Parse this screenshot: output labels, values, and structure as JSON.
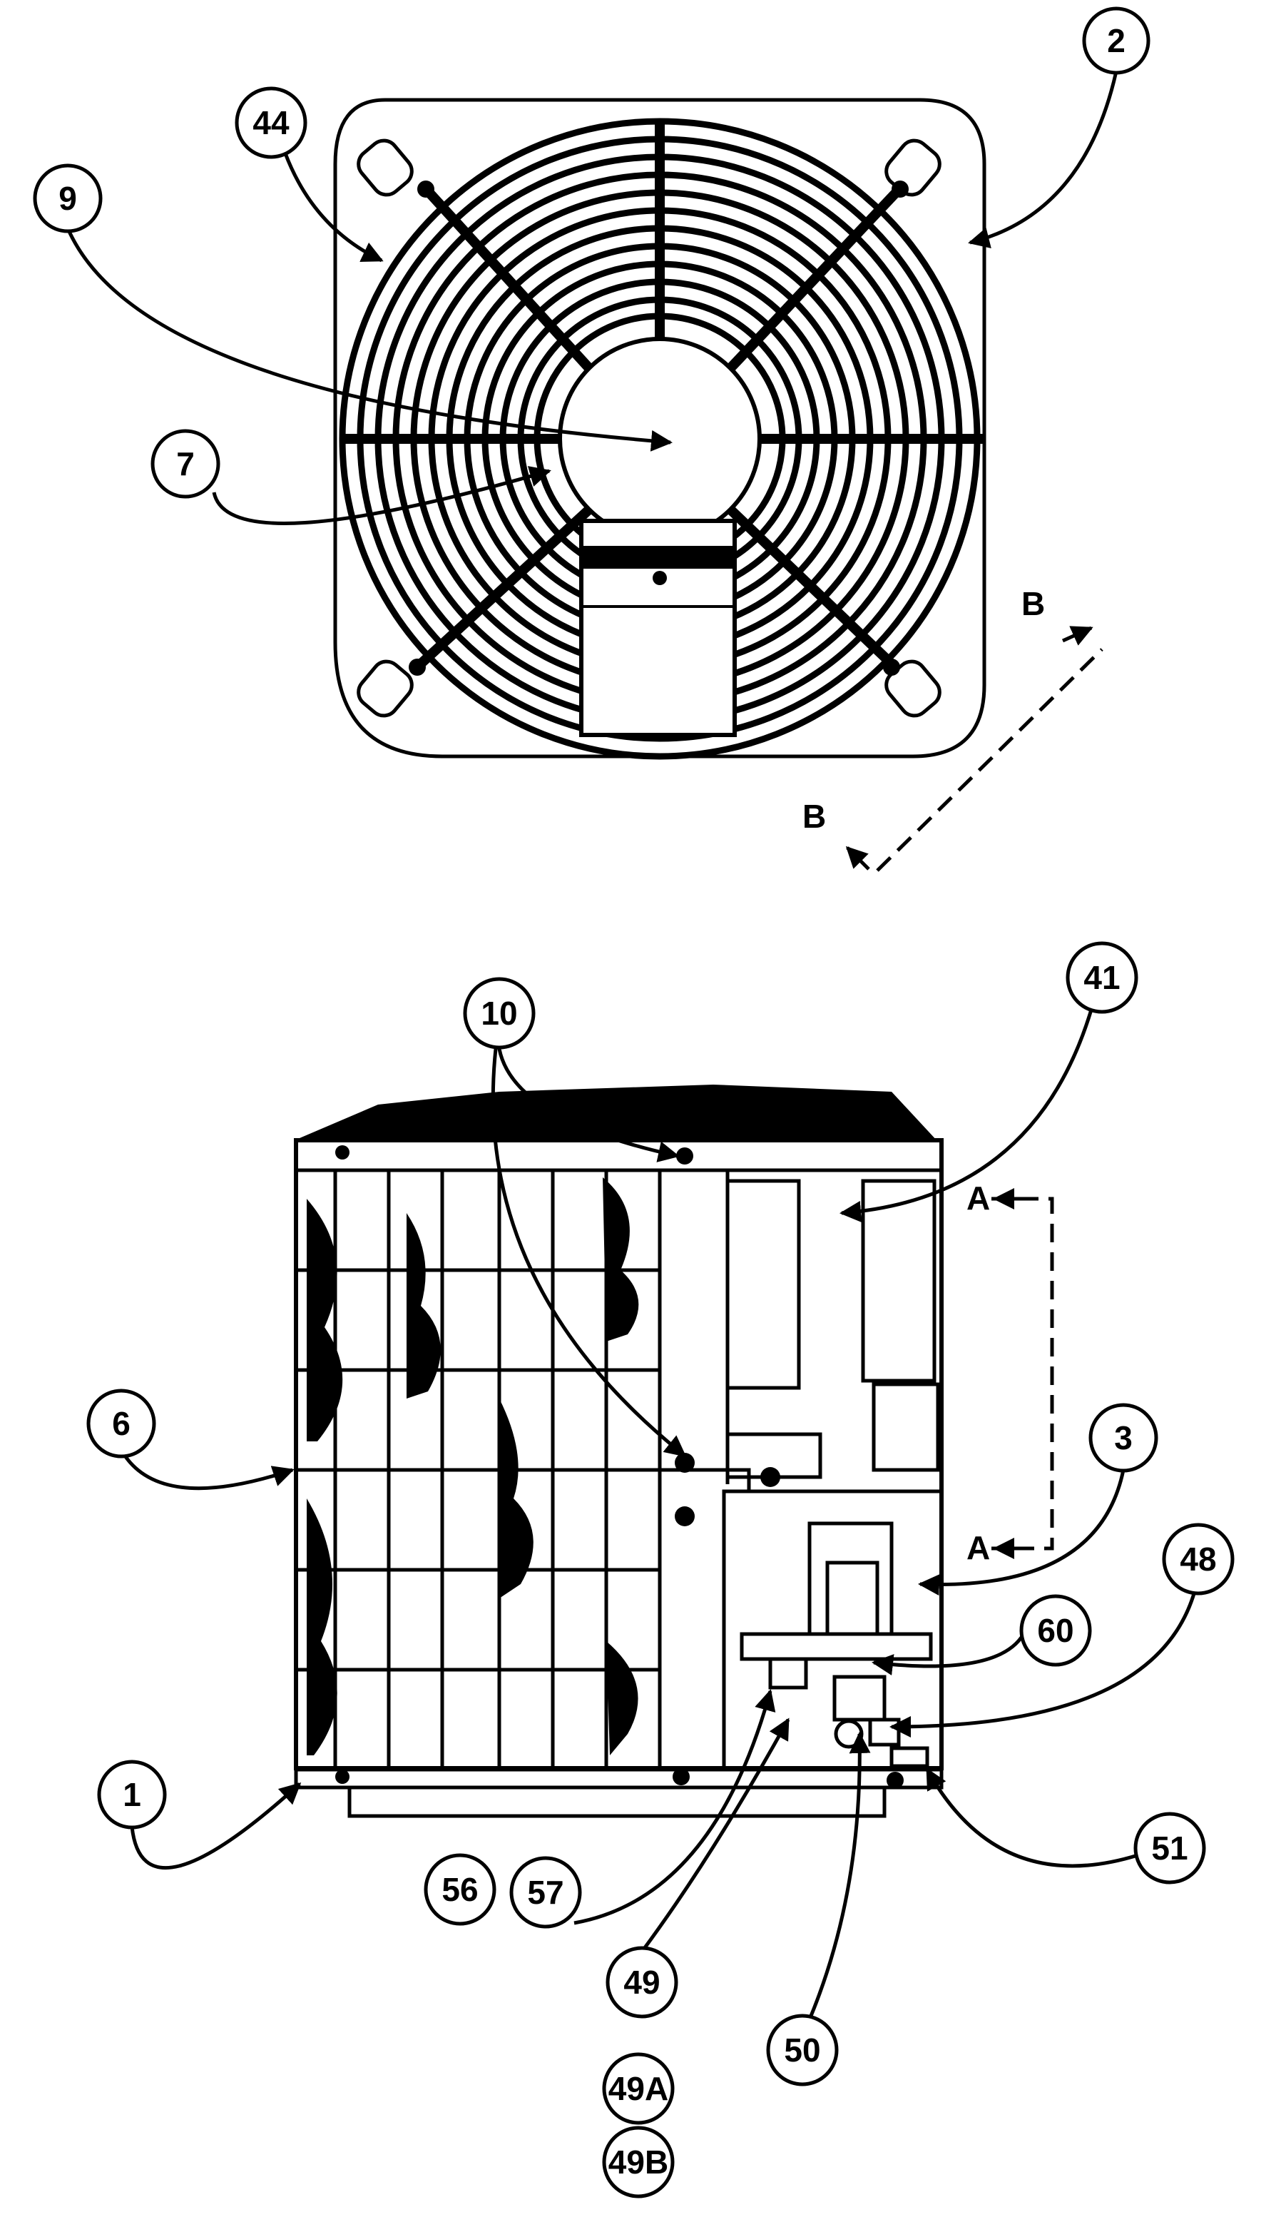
{
  "callouts": {
    "c2": "2",
    "c44": "44",
    "c9": "9",
    "c7": "7",
    "c10": "10",
    "c41": "41",
    "c6": "6",
    "c3": "3",
    "c48": "48",
    "c60": "60",
    "c1": "1",
    "c51": "51",
    "c56": "56",
    "c57": "57",
    "c49": "49",
    "c50": "50",
    "c49a": "49A",
    "c49b": "49B"
  },
  "section_marks": {
    "b_top": "B",
    "b_bottom": "B",
    "a_top": "A",
    "a_bottom": "A"
  }
}
